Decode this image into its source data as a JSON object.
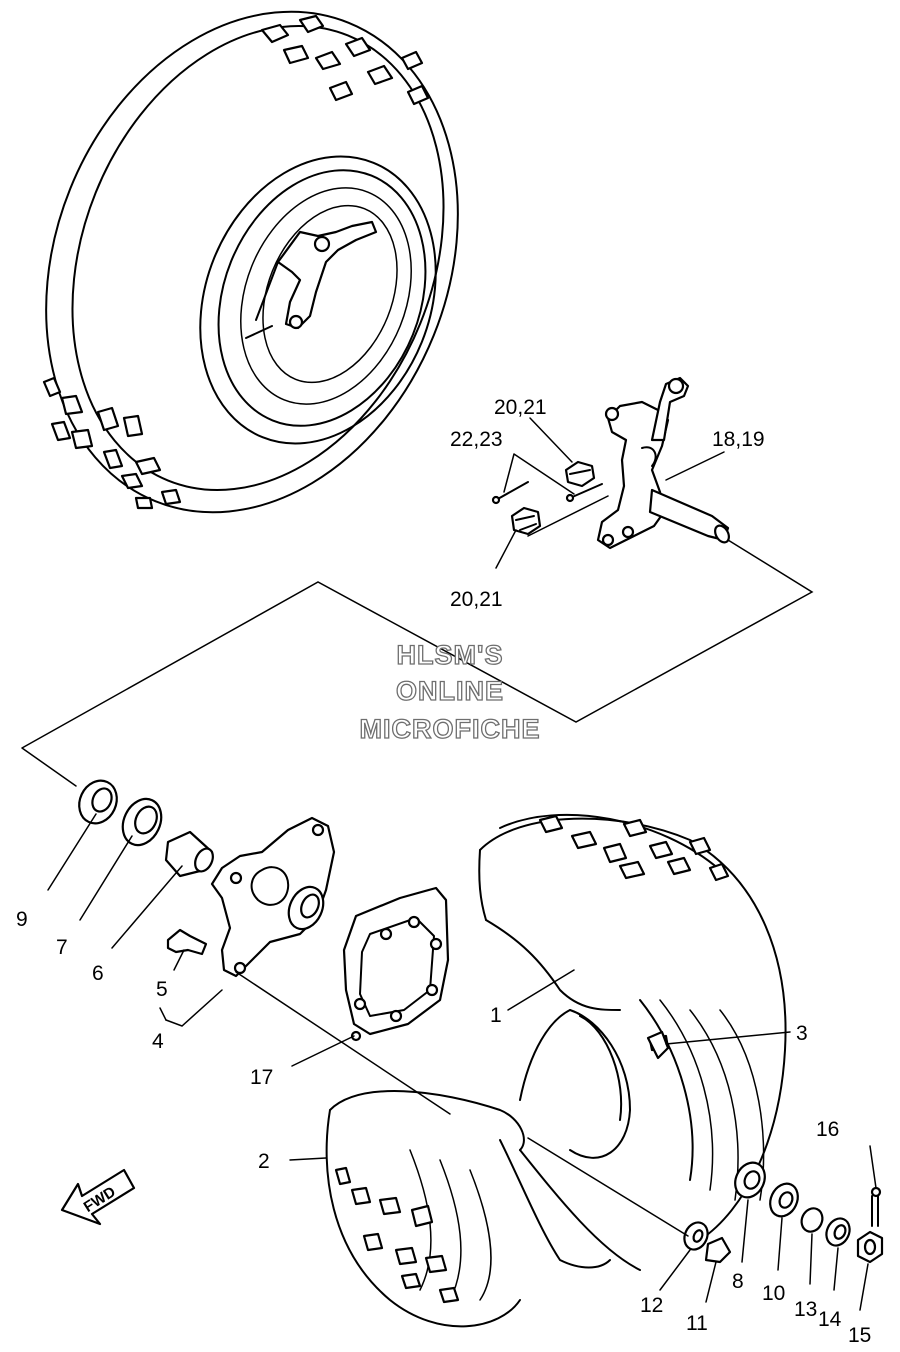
{
  "callouts": [
    {
      "id": "1",
      "text": "1"
    },
    {
      "id": "2",
      "text": "2"
    },
    {
      "id": "3",
      "text": "3"
    },
    {
      "id": "4",
      "text": "4"
    },
    {
      "id": "5",
      "text": "5"
    },
    {
      "id": "6",
      "text": "6"
    },
    {
      "id": "7",
      "text": "7"
    },
    {
      "id": "8",
      "text": "8"
    },
    {
      "id": "9",
      "text": "9"
    },
    {
      "id": "10",
      "text": "10"
    },
    {
      "id": "11",
      "text": "11"
    },
    {
      "id": "12",
      "text": "12"
    },
    {
      "id": "13",
      "text": "13"
    },
    {
      "id": "14",
      "text": "14"
    },
    {
      "id": "15",
      "text": "15"
    },
    {
      "id": "16",
      "text": "16"
    },
    {
      "id": "17",
      "text": "17"
    },
    {
      "id": "18-19",
      "text": "18,19"
    },
    {
      "id": "20-21-top",
      "text": "20,21"
    },
    {
      "id": "20-21-bottom",
      "text": "20,21"
    },
    {
      "id": "22-23",
      "text": "22,23"
    }
  ],
  "watermark": {
    "line1": "HLSM'S",
    "line2": "ONLINE",
    "line3": "MICROFICHE"
  },
  "direction_arrow": {
    "label": "FWD",
    "icon": "fwd-arrow-icon"
  }
}
